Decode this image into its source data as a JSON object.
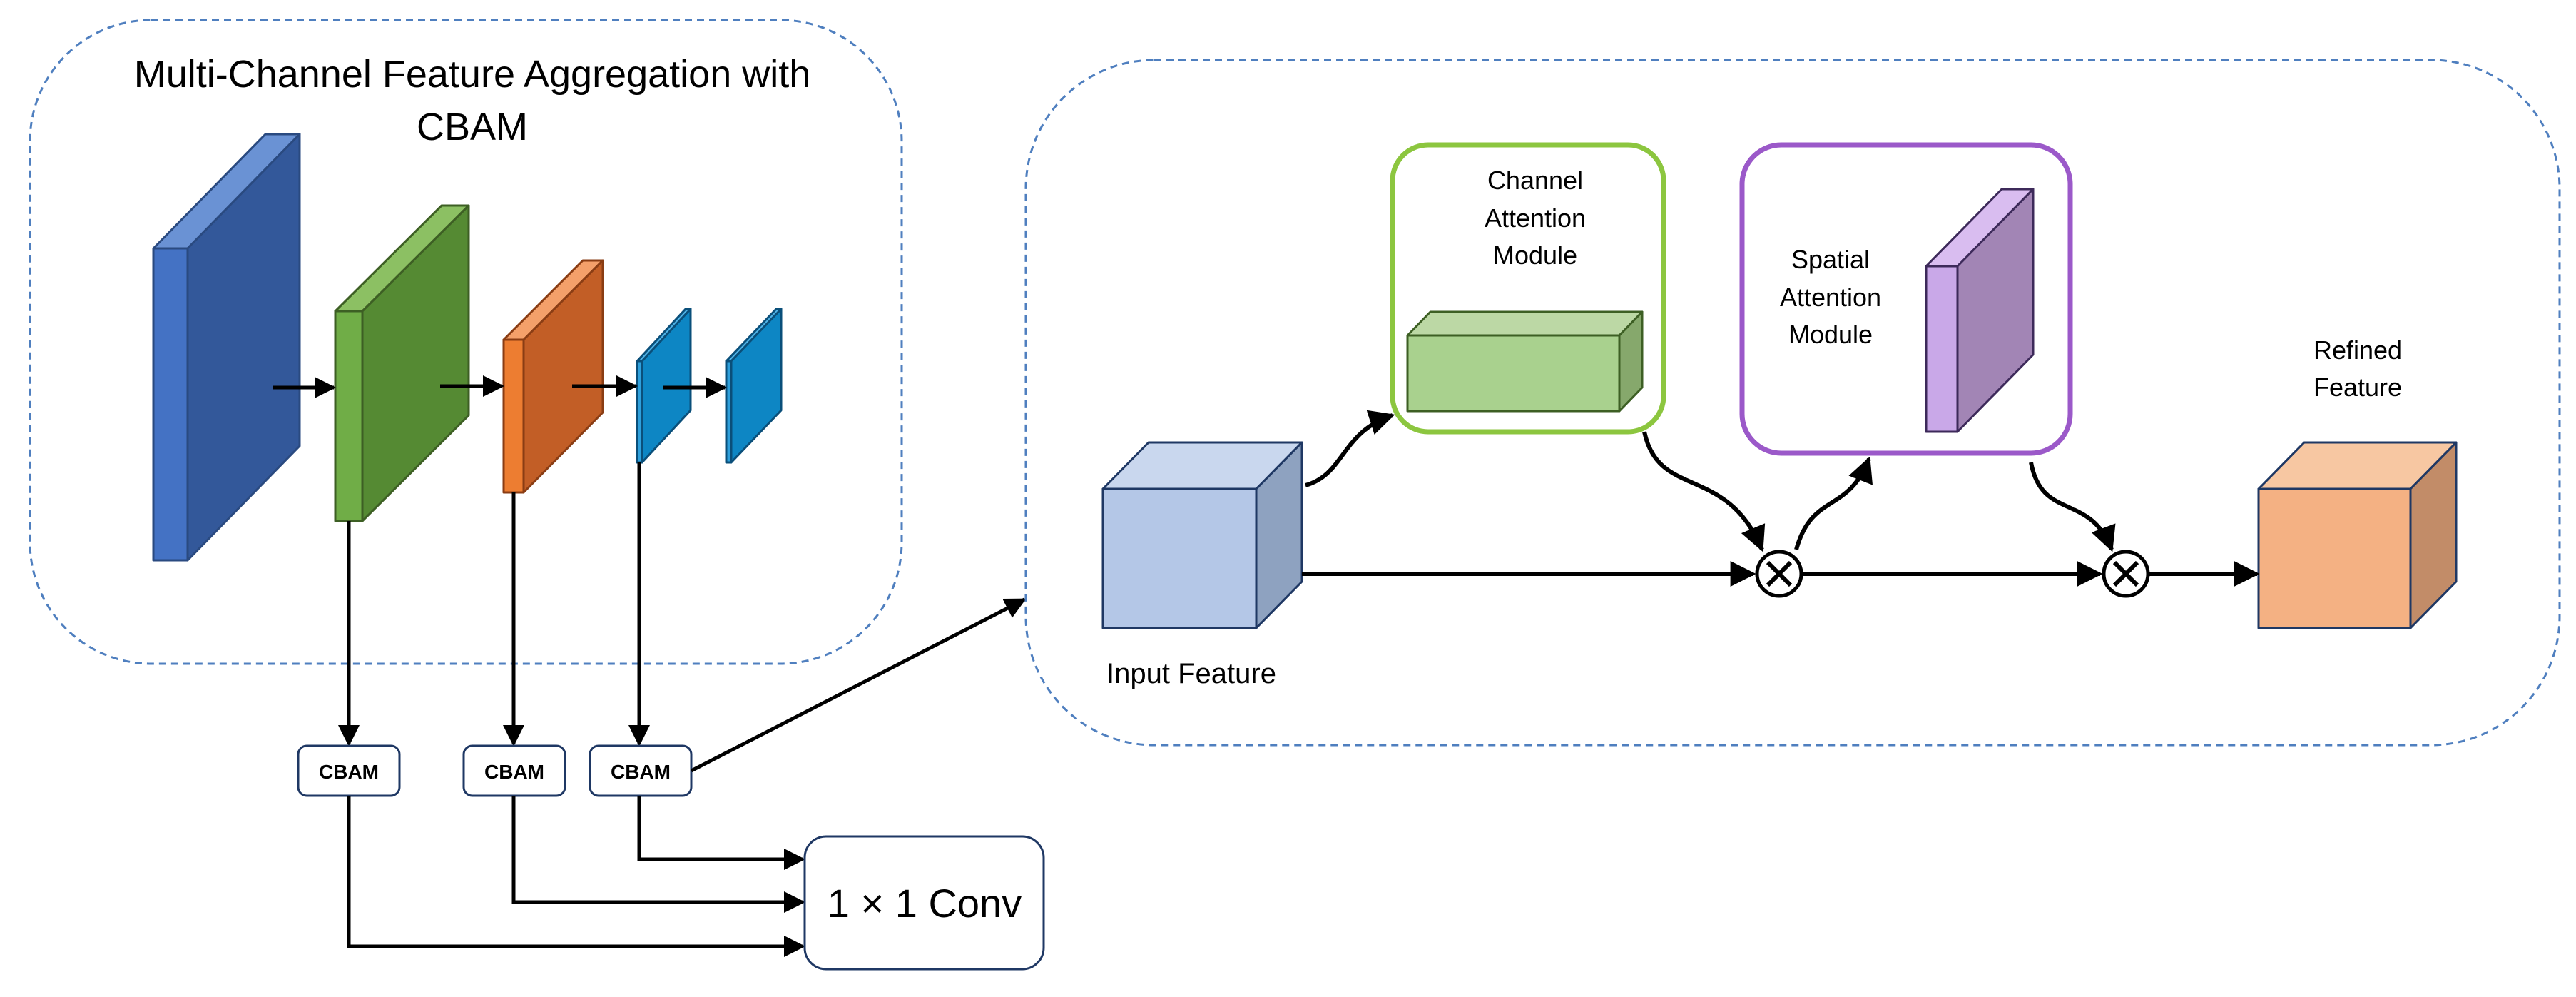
{
  "left_panel": {
    "title_line1": "Multi-Channel Feature Aggregation with",
    "title_line2": "CBAM"
  },
  "cbam_boxes": [
    "CBAM",
    "CBAM",
    "CBAM"
  ],
  "conv": {
    "label": "1 × 1 Conv"
  },
  "right_panel": {
    "input_label": "Input Feature",
    "channel_module": {
      "line1": "Channel",
      "line2": "Attention",
      "line3": "Module"
    },
    "spatial_module": {
      "line1": "Spatial",
      "line2": "Attention",
      "line3": "Module"
    },
    "refined": {
      "line1": "Refined",
      "line2": "Feature"
    }
  },
  "colors": {
    "panel_border": "#4f7fbf",
    "blue_block": "#3a62a8",
    "green_block": "#5a8a36",
    "orange_block": "#c4622a",
    "cyan_block": "#0d86c4",
    "channel_border": "#8cc63f",
    "spatial_border": "#9b59c9",
    "input_cube": "#b4c7e7",
    "refined_cube": "#f4b183"
  }
}
